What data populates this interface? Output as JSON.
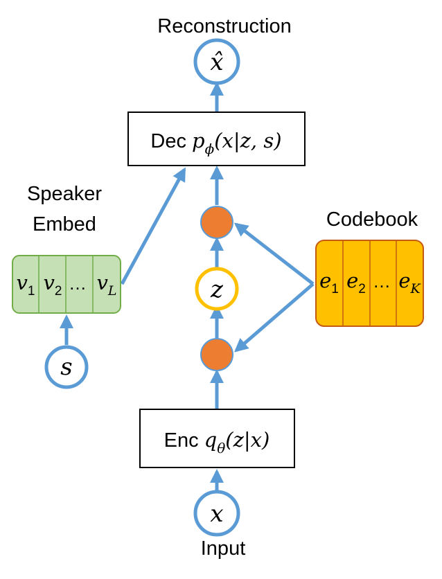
{
  "labels": {
    "reconstruction": "Reconstruction",
    "input": "Input",
    "speaker_line1": "Speaker",
    "speaker_line2": "Embed",
    "codebook": "Codebook"
  },
  "decoder": {
    "prefix": "Dec",
    "var": "p",
    "subscript": "ϕ",
    "args": "(x|z, s)"
  },
  "encoder": {
    "prefix": "Enc",
    "var": "q",
    "subscript": "θ",
    "args": "(z|x)"
  },
  "nodes": {
    "x_hat": "x̂",
    "z": "z",
    "x": "x",
    "s": "s"
  },
  "speaker_cells": [
    {
      "base": "v",
      "sub": "1"
    },
    {
      "base": "v",
      "sub": "2"
    },
    {
      "base": "…",
      "sub": ""
    },
    {
      "base": "v",
      "sub": "L"
    }
  ],
  "codebook_cells": [
    {
      "base": "e",
      "sub": "1"
    },
    {
      "base": "e",
      "sub": "2"
    },
    {
      "base": "…",
      "sub": ""
    },
    {
      "base": "e",
      "sub": "K"
    }
  ],
  "colors": {
    "arrow": "#5B9BD5",
    "node_border": "#5B9BD5",
    "z_border": "#FFC000",
    "quant_dot": "#ED7D31",
    "speaker_fill": "#C5E0B4",
    "speaker_border": "#70AD47",
    "codebook_fill": "#FFC000",
    "codebook_border": "#C55A11"
  }
}
